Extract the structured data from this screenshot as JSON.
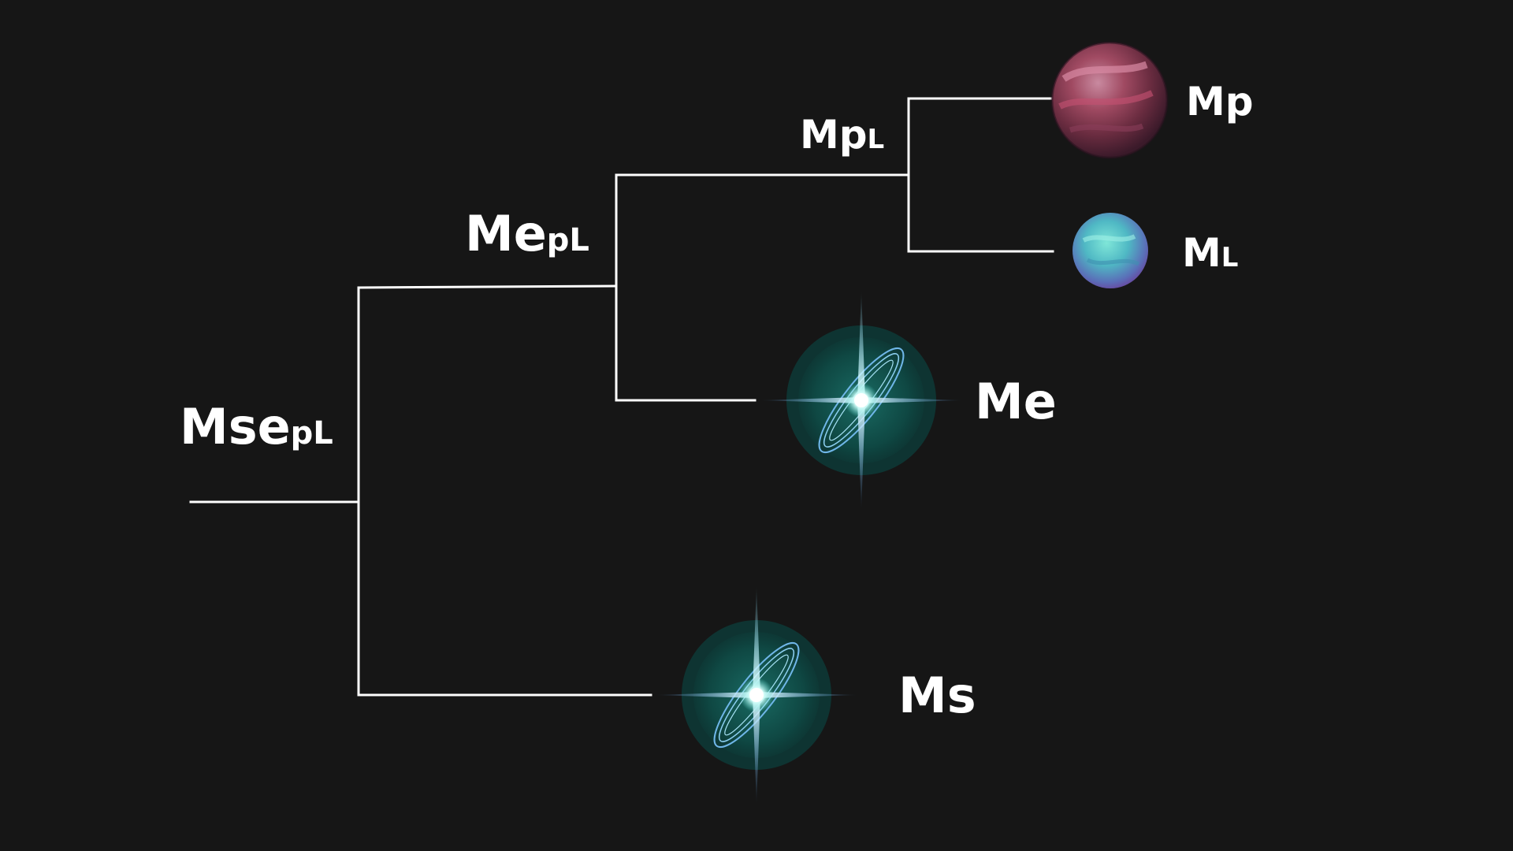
{
  "colors": {
    "background": "#161616",
    "line": "#ffffff",
    "text": "#ffffff",
    "star_halo": "#0f4a45",
    "star_core": "#eafffd",
    "star_ring": "#6fb6e8",
    "planet_mp": "#7a3048",
    "planet_ml": "#5fc6c6"
  },
  "icons": {
    "star": "star-ring-icon",
    "planet_mp": "red-planet-icon",
    "planet_ml": "teal-planet-icon"
  },
  "labels": {
    "root": {
      "main": "Mse",
      "sub": "pL"
    },
    "mepl": {
      "main": "Me",
      "sub": "pL"
    },
    "mpl": {
      "main": "Mp",
      "sub": "L"
    },
    "mp": {
      "main": "Mp",
      "sub": ""
    },
    "ml": {
      "main": "M",
      "sub": "L"
    },
    "me": {
      "main": "Me",
      "sub": ""
    },
    "ms": {
      "main": "Ms",
      "sub": ""
    }
  }
}
